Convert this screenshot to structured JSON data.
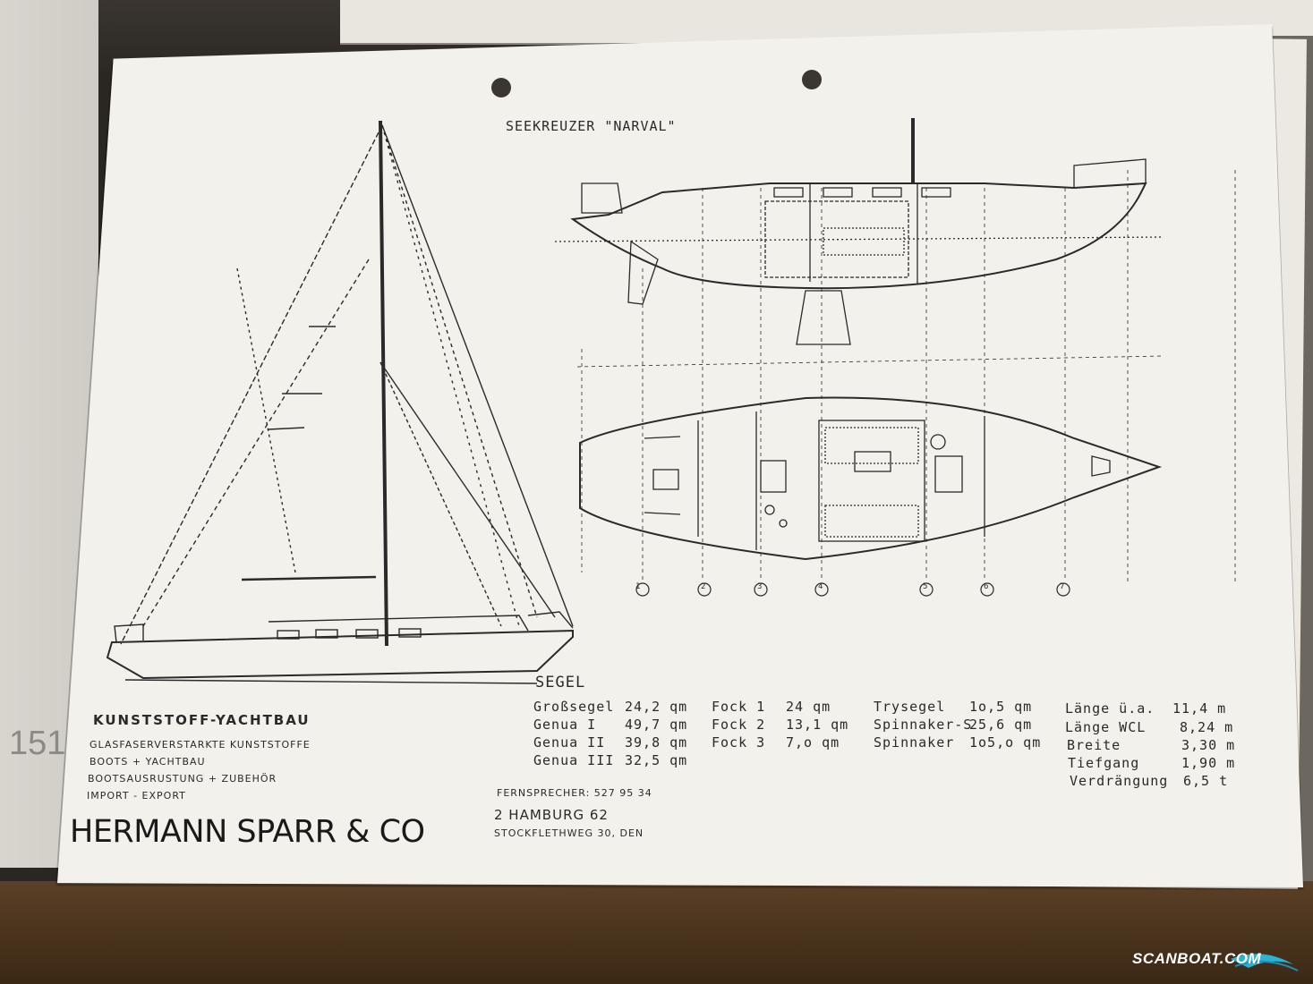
{
  "page_number": "151",
  "title": "SEEKREUZER \"NARVAL\"",
  "segel_heading": "SEGEL",
  "sail_table": [
    [
      "Großsegel",
      "24,2 qm"
    ],
    [
      "Genua I",
      "49,7 qm"
    ],
    [
      "Genua II",
      "39,8 qm"
    ],
    [
      "Genua III",
      "32,5 qm"
    ]
  ],
  "fock_table": [
    [
      "Fock 1",
      "24 qm"
    ],
    [
      "Fock 2",
      "13,1 qm"
    ],
    [
      "Fock 3",
      "7,o qm"
    ]
  ],
  "spinnaker_table": [
    [
      "Trysegel",
      "1o,5 qm"
    ],
    [
      "Spinnaker-S",
      "25,6 qm"
    ],
    [
      "Spinnaker",
      "1o5,o qm"
    ]
  ],
  "dimensions": [
    [
      "Länge ü.a.",
      "11,4 m"
    ],
    [
      "Länge WCL",
      "8,24 m"
    ],
    [
      "Breite",
      "3,30 m"
    ],
    [
      "Tiefgang",
      "1,90 m"
    ],
    [
      "Verdrängung",
      "6,5 t"
    ]
  ],
  "company": {
    "heading": "KUNSTSTOFF-YACHTBAU",
    "lines": [
      "GLASFASERVERSTARKTE KUNSTSTOFFE",
      "BOOTS + YACHTBAU",
      "BOOTSAUSRUSTUNG + ZUBEHÖR",
      "IMPORT - EXPORT"
    ],
    "name": "HERMANN SPARR & CO",
    "phone": "FERNSPRECHER: 527 95 34",
    "city": "2 HAMBURG 62",
    "street": "STOCKFLETHWEG 30, DEN"
  },
  "stations": [
    "1",
    "2",
    "3",
    "4",
    "5",
    "6",
    "7"
  ],
  "watermark": "SCANBOAT.COM"
}
